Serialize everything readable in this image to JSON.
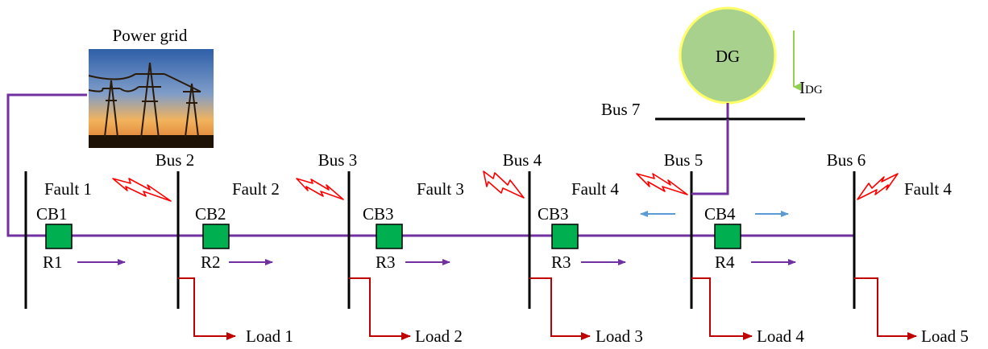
{
  "grid": {
    "label": "Power grid"
  },
  "dg": {
    "label": "DG",
    "current_label": "I",
    "current_sub": "DG"
  },
  "buses": [
    {
      "id": "bus-2",
      "label": "Bus 2"
    },
    {
      "id": "bus-3",
      "label": "Bus 3"
    },
    {
      "id": "bus-4",
      "label": "Bus 4"
    },
    {
      "id": "bus-5",
      "label": "Bus 5"
    },
    {
      "id": "bus-6",
      "label": "Bus 6"
    },
    {
      "id": "bus-7",
      "label": "Bus 7"
    }
  ],
  "faults": [
    "Fault 1",
    "Fault 2",
    "Fault 3",
    "Fault 4",
    "Fault 4"
  ],
  "breakers": [
    "CB1",
    "CB2",
    "CB3",
    "CB3",
    "CB4"
  ],
  "relays": [
    "R1",
    "R2",
    "R3",
    "R3",
    "R4"
  ],
  "loads": [
    "Load 1",
    "Load 2",
    "Load 3",
    "Load 4",
    "Load 5"
  ],
  "colors": {
    "feeder": "#7030a0",
    "bus": "#000000",
    "breaker": "#00b050",
    "load_line": "#c00000",
    "fault_symbol": "#ff0000",
    "dg_fill": "#a9d18e",
    "dg_stroke": "#ffff66",
    "dg_current_arrow": "#92d050",
    "reverse_arrow": "#5b9bd5"
  }
}
